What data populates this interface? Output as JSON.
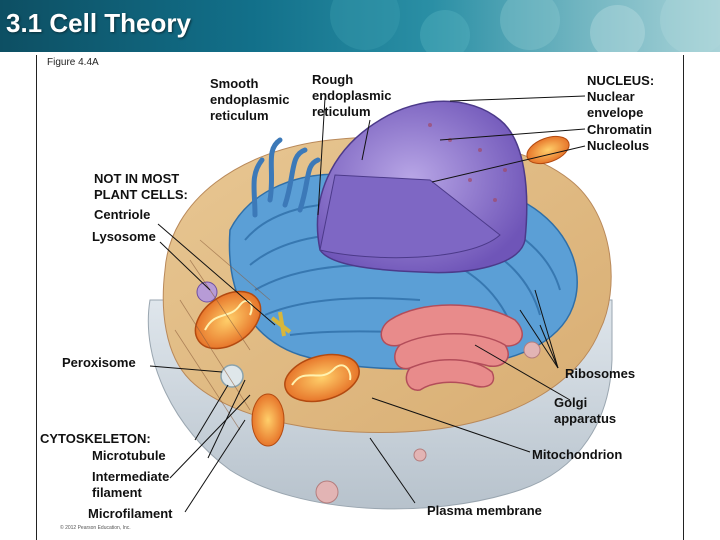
{
  "slide": {
    "title": "3.1 Cell Theory"
  },
  "figure": {
    "label": "Figure 4.4A",
    "copyright": "© 2012 Pearson Education, Inc."
  },
  "labels": {
    "smooth_er": "Smooth\nendoplasmic\nreticulum",
    "rough_er": "Rough\nendoplasmic\nreticulum",
    "nucleus_heading": "NUCLEUS:",
    "nuclear_envelope": "Nuclear\nenvelope",
    "chromatin": "Chromatin",
    "nucleolus": "Nucleolus",
    "not_in_plant": "NOT IN MOST\nPLANT CELLS:",
    "centriole": "Centriole",
    "lysosome": "Lysosome",
    "peroxisome": "Peroxisome",
    "ribosomes": "Ribosomes",
    "golgi": "Golgi\napparatus",
    "cytoskeleton": "CYTOSKELETON:",
    "microtubule": "Microtubule",
    "intermediate": "Intermediate\nfilament",
    "microfilament": "Microfilament",
    "mitochondrion": "Mitochondrion",
    "plasma_membrane": "Plasma membrane"
  }
}
